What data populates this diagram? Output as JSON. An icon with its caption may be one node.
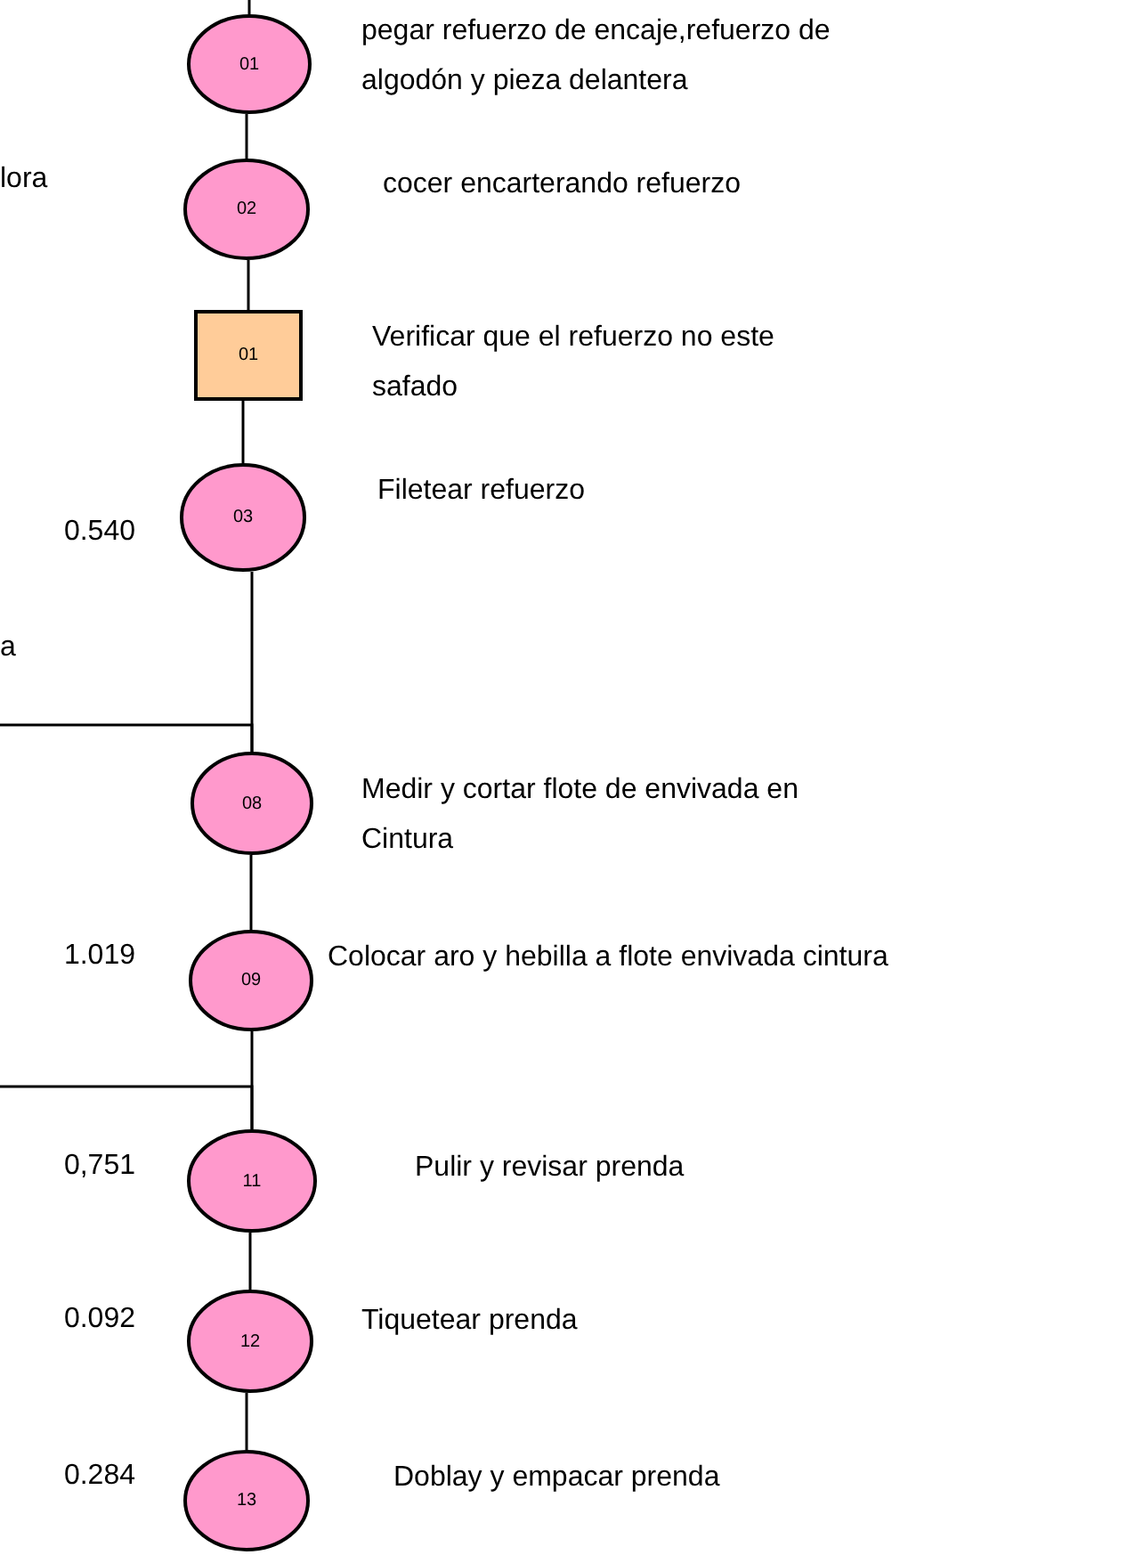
{
  "diagram": {
    "nodes": [
      {
        "text": [
          "01"
        ],
        "beside": [
          "pegar refuerzo de encaje,refuerzo de algodón y pieza delantera"
        ]
      },
      {
        "text": [
          "02"
        ],
        "beside": [
          "cocer encarterando refuerzo"
        ]
      },
      {
        "text": [
          "01"
        ],
        "beside": [
          "Verificar que el refuerzo no este safado"
        ]
      },
      {
        "text": [
          "03"
        ],
        "beside": [
          "Filetear refuerzo",
          "0.540"
        ]
      },
      {
        "text": [
          "08"
        ],
        "beside": [
          "Medir y cortar flote de envivada en Cintura"
        ]
      },
      {
        "text": [
          "09"
        ],
        "beside": [
          "Colocar aro y hebilla a flote envivada cintura",
          "1.019"
        ]
      },
      {
        "text": [
          "11"
        ],
        "beside": [
          "Pulir y revisar prenda",
          "0,751"
        ]
      },
      {
        "text": [
          "12"
        ],
        "beside": [
          "Tiquetear prenda",
          "0.092"
        ]
      },
      {
        "text": [
          "13"
        ],
        "beside": [
          "Doblay y empacar prenda",
          "0.284"
        ]
      }
    ],
    "edges": [
      {
        "from": null,
        "to": 0,
        "arrow": "none"
      },
      {
        "from": 0,
        "to": 1,
        "arrow": "none"
      },
      {
        "from": 1,
        "to": 2,
        "arrow": "none"
      },
      {
        "from": 2,
        "to": 3,
        "arrow": "none"
      },
      {
        "from": 3,
        "to": 4,
        "arrow": "none"
      },
      {
        "from": null,
        "to": 4,
        "arrow": "none"
      },
      {
        "from": 4,
        "to": 5,
        "arrow": "none"
      },
      {
        "from": 5,
        "to": 6,
        "arrow": "none"
      },
      {
        "from": null,
        "to": 6,
        "arrow": "none"
      },
      {
        "from": 6,
        "to": 7,
        "arrow": "none"
      },
      {
        "from": 7,
        "to": 8,
        "arrow": "none"
      }
    ],
    "labels": [
      "lora",
      "a"
    ]
  }
}
